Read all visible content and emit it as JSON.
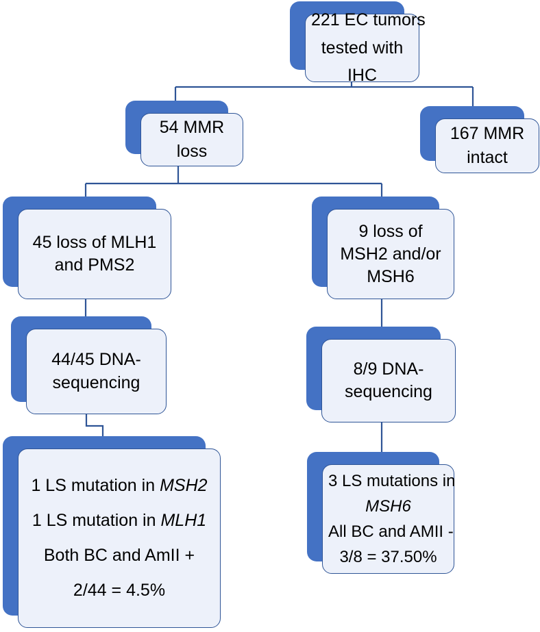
{
  "diagram": {
    "title": "Lynch syndrome screening flowchart for 221 endometrial cancer tumors",
    "colors": {
      "shadow_blue": "#4472C4",
      "card_fill": "#EDF1FA",
      "card_border": "#2E5496",
      "connector": "#2E5496",
      "text": "#000000"
    },
    "nodes": {
      "root": {
        "id": "root",
        "lines": [
          "221 EC tumors",
          "tested with",
          "IHC"
        ]
      },
      "mmr_loss": {
        "id": "mmr-loss",
        "lines": [
          "54 MMR",
          "loss"
        ]
      },
      "mmr_intact": {
        "id": "mmr-intact",
        "lines": [
          "167 MMR",
          "intact"
        ]
      },
      "mlh1_pms2": {
        "id": "mlh1-pms2-loss",
        "lines": [
          "45 loss of  MLH1",
          "and PMS2"
        ]
      },
      "msh2_msh6": {
        "id": "msh2-msh6-loss",
        "lines": [
          "9 loss of",
          "MSH2 and/or",
          "MSH6"
        ]
      },
      "seq_left": {
        "id": "dna-sequencing-left",
        "lines": [
          "44/45 DNA-",
          "sequencing"
        ]
      },
      "seq_right": {
        "id": "dna-sequencing-right",
        "lines": [
          "8/9 DNA-",
          "sequencing"
        ]
      },
      "result_left": {
        "id": "result-left",
        "lines": [
          {
            "pre": "1 LS mutation in ",
            "italic": "MSH2",
            "post": ""
          },
          {
            "pre": "1 LS mutation in ",
            "italic": "MLH1",
            "post": ""
          },
          {
            "pre": "Both BC and AmII +",
            "italic": "",
            "post": ""
          },
          {
            "pre": "2/44 = 4.5%",
            "italic": "",
            "post": ""
          }
        ]
      },
      "result_right": {
        "id": "result-right",
        "lines": [
          {
            "pre": "3 LS mutations in",
            "italic": "",
            "post": ""
          },
          {
            "pre": "",
            "italic": "MSH6",
            "post": ""
          },
          {
            "pre": "All BC and AMII -",
            "italic": "",
            "post": ""
          },
          {
            "pre": "3/8 = 37.50%",
            "italic": "",
            "post": ""
          }
        ]
      }
    }
  }
}
